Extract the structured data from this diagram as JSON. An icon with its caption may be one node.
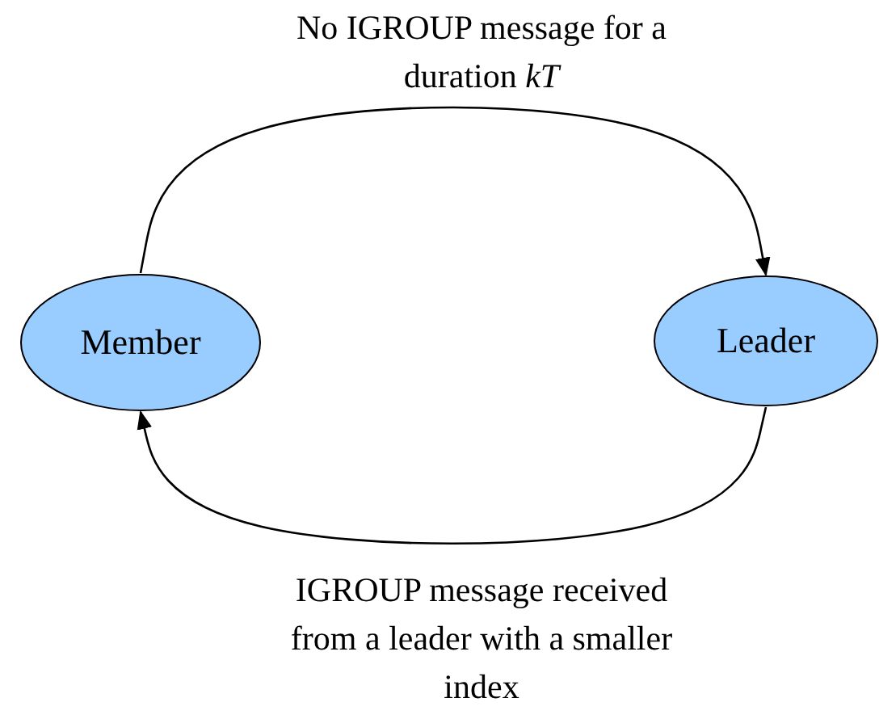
{
  "diagram": {
    "nodes": [
      {
        "text": [
          "Member"
        ]
      },
      {
        "text": [
          "Leader"
        ]
      }
    ],
    "edges": [
      {
        "from": 0,
        "to": 1,
        "arrow": "to",
        "label": "No IGROUP message for a duration *kT*"
      },
      {
        "from": 1,
        "to": 0,
        "arrow": "to",
        "label": "IGROUP message received from a leader with a smaller index"
      }
    ]
  }
}
